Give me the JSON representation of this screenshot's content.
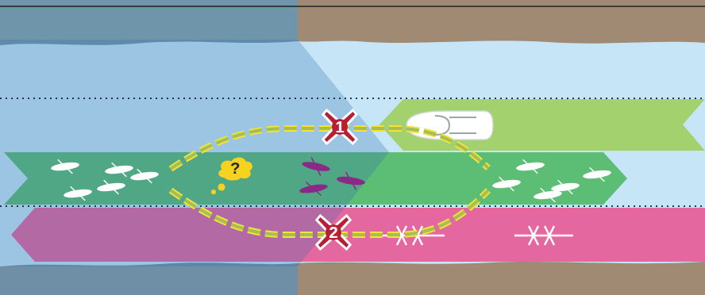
{
  "diagram": {
    "nodes": [
      {
        "text": [
          "1"
        ]
      },
      {
        "text": [
          "?"
        ]
      },
      {
        "text": [
          "2"
        ]
      }
    ]
  }
}
